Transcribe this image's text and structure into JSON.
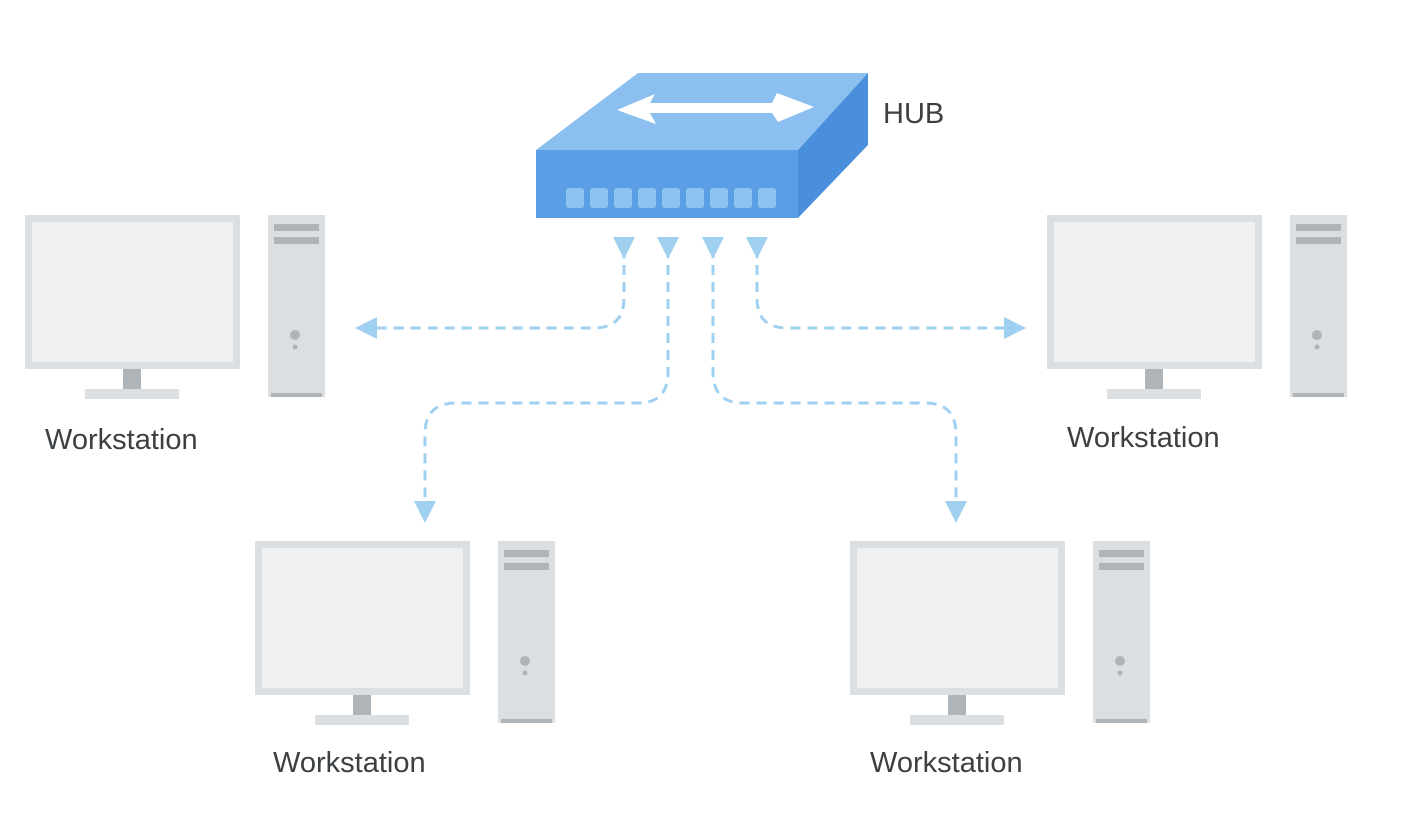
{
  "hub": {
    "label": "HUB",
    "icon": "hub-icon",
    "top_color": "#8bbff0",
    "front_color": "#5a9fe6",
    "side_color": "#4a8fdc",
    "port_color": "#8ec2f0"
  },
  "workstations": [
    {
      "label": "Workstation",
      "icon": "computer-icon"
    },
    {
      "label": "Workstation",
      "icon": "computer-icon"
    },
    {
      "label": "Workstation",
      "icon": "computer-icon"
    },
    {
      "label": "Workstation",
      "icon": "computer-icon"
    }
  ],
  "connections": {
    "count": 4,
    "style": "dashed",
    "color": "#9fd0f0"
  },
  "colors": {
    "monitor_frame": "#dcdfe1",
    "monitor_screen": "#eef0f1",
    "stand": "#aeb4b8",
    "tower": "#dcdfe1",
    "tower_detail": "#aeb4b8"
  }
}
